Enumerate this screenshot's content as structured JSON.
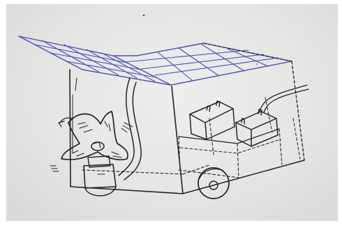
{
  "image": {
    "kind": "pencil-sketch-photo",
    "paper_color": "#e7e7e5",
    "ink_color": "#232323",
    "grid_color": "#4a4fb8",
    "subject_parts": [
      "solar-panel-roof",
      "box-body",
      "battery-left",
      "battery-right",
      "fan",
      "wheel",
      "hose"
    ]
  }
}
